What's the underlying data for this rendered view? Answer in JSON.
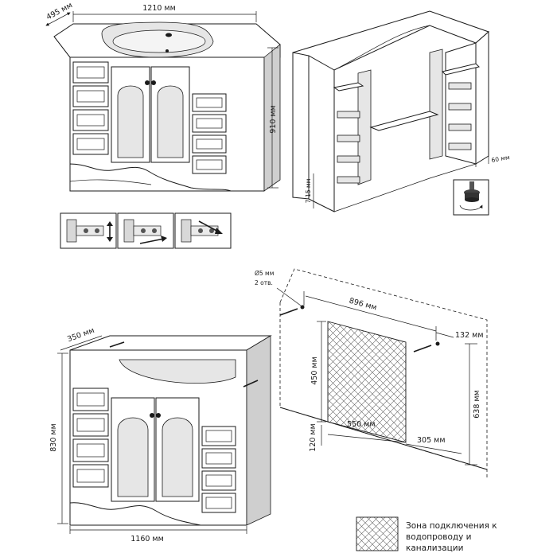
{
  "top_cabinet": {
    "depth": "495 мм",
    "width": "1210 мм",
    "height": "910 мм"
  },
  "frame": {
    "plinth": "7-15 мм",
    "offset": "60 мм"
  },
  "bottom_cabinet": {
    "depth": "350 мм",
    "height": "830 мм",
    "width": "1160 мм"
  },
  "wall_scheme": {
    "hole_size": "Ø5 мм",
    "hole_count": "2 отв.",
    "holes_distance": "896 мм",
    "right_offset": "132 мм",
    "zone_height": "450 мм",
    "zone_width": "550 мм",
    "zone_right": "305 мм",
    "floor_offset": "120 мм",
    "mount_height": "638 мм"
  },
  "legend": {
    "line1": "Зона подключения к",
    "line2": "водопроводу и",
    "line3": "канализации"
  }
}
